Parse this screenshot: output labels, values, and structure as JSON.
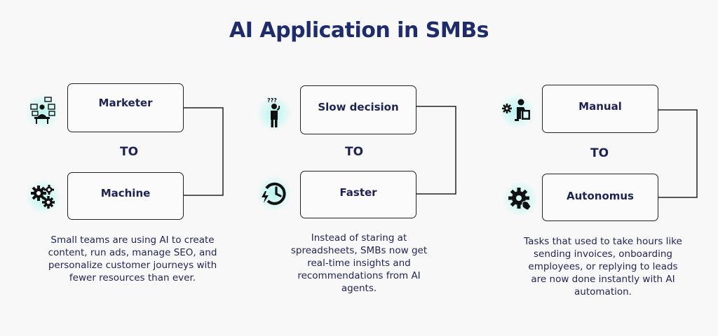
{
  "title": "AI Application in SMBs",
  "columns": [
    {
      "from_label": "Marketer",
      "to_label": "Machine",
      "connector_text": "TO",
      "description": "Small teams are using AI to create content, run ads, manage SEO, and personalize customer journeys with fewer resources than ever.",
      "from_icon": "team-monitors-icon",
      "to_icon": "gears-icon"
    },
    {
      "from_label": "Slow decision",
      "to_label": "Faster",
      "connector_text": "TO",
      "description": "Instead of staring at spreadsheets, SMBs now get real-time insights and recommendations from AI agents.",
      "from_icon": "confused-person-icon",
      "to_icon": "fast-clock-icon"
    },
    {
      "from_label": "Manual",
      "to_label": "Autonomus",
      "connector_text": "TO",
      "description": "Tasks that used to take hours like sending invoices, onboarding employees, or replying to leads are now done instantly with AI automation.",
      "from_icon": "person-at-desk-gear-icon",
      "to_icon": "gear-hand-icon"
    }
  ],
  "colors": {
    "title": "#1f2c6b",
    "text": "#1f2353",
    "icon_glow": "#b4f5f0",
    "border": "#222222"
  }
}
